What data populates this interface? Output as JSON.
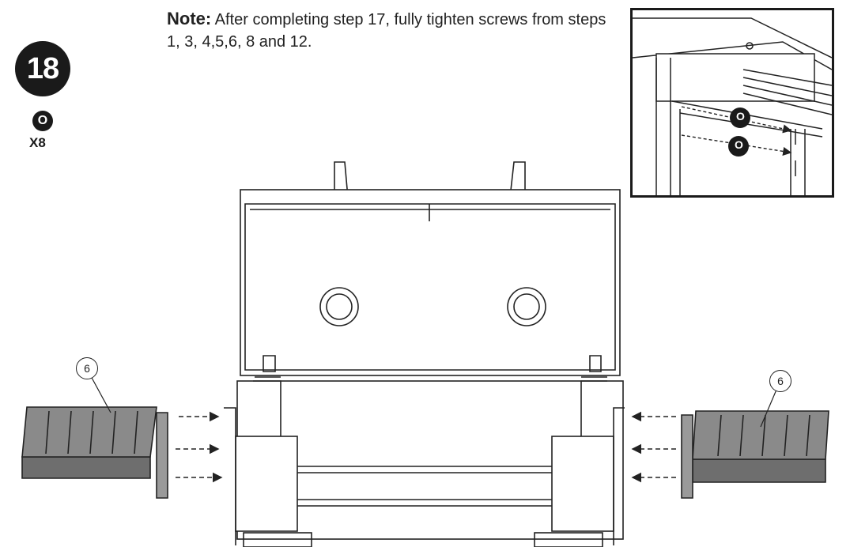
{
  "step": {
    "number": "18"
  },
  "hardware": {
    "part_letter": "O",
    "quantity": "X8"
  },
  "note": {
    "label": "Note:",
    "text": " After completing step 17, fully tighten screws from steps 1, 3, 4,5,6, 8 and 12."
  },
  "inset": {
    "screw_letter_top": "O",
    "screw_letter_bottom": "O"
  },
  "callouts": {
    "left_shelf": "6",
    "right_shelf": "6"
  }
}
